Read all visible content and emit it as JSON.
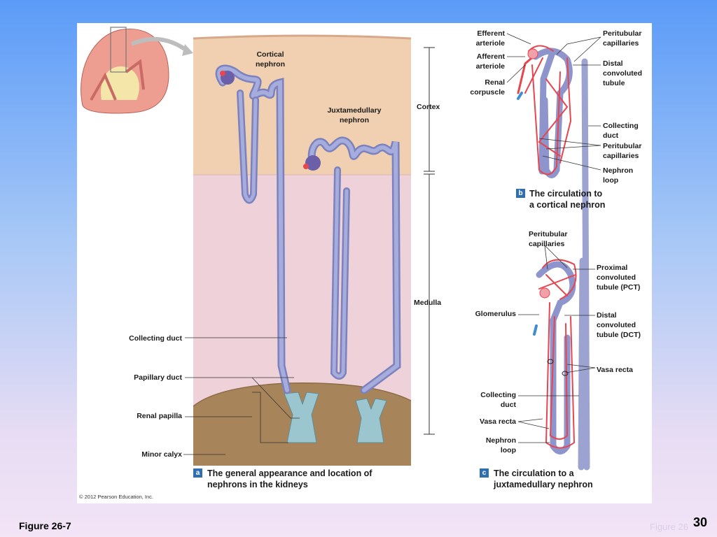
{
  "slide": {
    "figure_label": "Figure 26-7",
    "figure_label_ghost": "Figure 26",
    "page_number": "30",
    "copyright": "© 2012 Pearson Education, Inc."
  },
  "panel_a": {
    "badge": "a",
    "caption_line1": "The general appearance and location of",
    "caption_line2": "nephrons in the kidneys",
    "cortical_nephron": [
      "Cortical",
      "nephron"
    ],
    "juxtamedullary_nephron": [
      "Juxtamedullary",
      "nephron"
    ],
    "cortex": "Cortex",
    "medulla": "Medulla",
    "collecting_duct": "Collecting duct",
    "papillary_duct": "Papillary duct",
    "renal_papilla": "Renal papilla",
    "minor_calyx": "Minor calyx"
  },
  "panel_b": {
    "badge": "b",
    "caption_line1": "The circulation to",
    "caption_line2": "a cortical nephron",
    "efferent_arteriole": [
      "Efferent",
      "arteriole"
    ],
    "afferent_arteriole": [
      "Afferent",
      "arteriole"
    ],
    "renal_corpuscle": [
      "Renal",
      "corpuscle"
    ],
    "peritubular_capillaries_top": [
      "Peritubular",
      "capillaries"
    ],
    "distal_convoluted_tubule": [
      "Distal",
      "convoluted",
      "tubule"
    ],
    "collecting_duct": [
      "Collecting",
      "duct"
    ],
    "peritubular_capillaries_low": [
      "Peritubular",
      "capillaries"
    ],
    "nephron_loop": [
      "Nephron",
      "loop"
    ]
  },
  "panel_c": {
    "badge": "c",
    "caption_line1": "The circulation to a",
    "caption_line2": "juxtamedullary nephron",
    "peritubular_capillaries": [
      "Peritubular",
      "capillaries"
    ],
    "proximal_convoluted_tubule": [
      "Proximal",
      "convoluted",
      "tubule (PCT)"
    ],
    "glomerulus": "Glomerulus",
    "distal_convoluted_tubule": [
      "Distal",
      "convoluted",
      "tubule (DCT)"
    ],
    "vasa_recta_right": "Vasa recta",
    "collecting_duct": [
      "Collecting",
      "duct"
    ],
    "vasa_recta_left": "Vasa recta",
    "nephron_loop": [
      "Nephron",
      "loop"
    ]
  },
  "colors": {
    "tubule": "#8e95cc",
    "capillary": "#e5464f",
    "cortex_fill": "#f2d2b4",
    "medulla_fill": "#eed1d8",
    "calyx_fill": "#a88457",
    "papilla_fill": "#9cc6cf"
  }
}
